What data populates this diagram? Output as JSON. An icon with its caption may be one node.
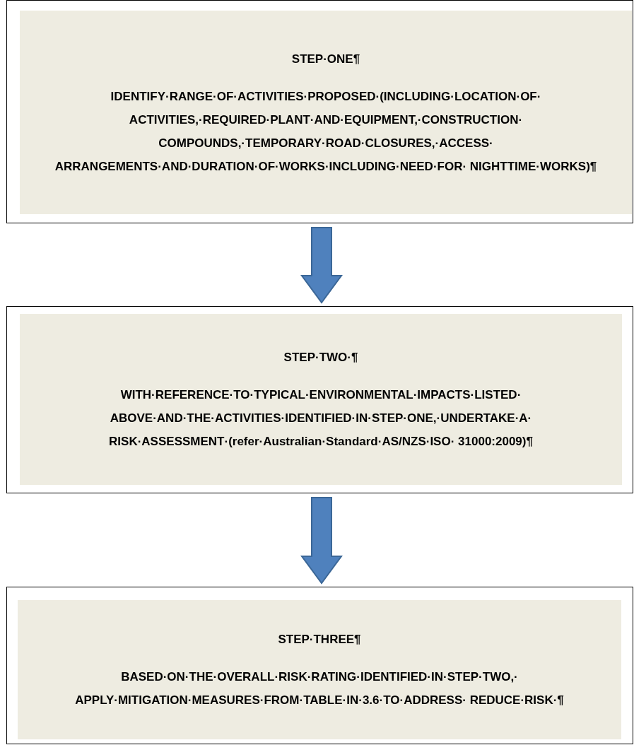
{
  "diagram": {
    "nodes": [
      {
        "text": [
          "STEP·ONE¶",
          "IDENTIFY·RANGE·OF·ACTIVITIES·PROPOSED·(INCLUDING·LOCATION·OF· ACTIVITIES,·REQUIRED·PLANT·AND·EQUIPMENT,·CONSTRUCTION· COMPOUNDS,·TEMPORARY·ROAD·CLOSURES,·ACCESS· ARRANGEMENTS·AND·DURATION·OF·WORKS·INCLUDING·NEED·FOR· NIGHTTIME·WORKS)¶"
        ]
      },
      {
        "text": [
          "STEP·TWO·¶",
          "WITH·REFERENCE·TO·TYPICAL·ENVIRONMENTAL·IMPACTS·LISTED· ABOVE·AND·THE·ACTIVITIES·IDENTIFIED·IN·STEP·ONE,·UNDERTAKE·A· RISK·ASSESSMENT·(refer·Australian·Standard·AS/NZS·ISO· 31000:2009)¶"
        ]
      },
      {
        "text": [
          "STEP·THREE¶",
          "BASED·ON·THE·OVERALL·RISK·RATING·IDENTIFIED·IN·STEP·TWO,· APPLY·MITIGATION·MEASURES·FROM·TABLE·IN·3.6·TO·ADDRESS· REDUCE·RISK·¶"
        ]
      }
    ],
    "edges": [
      {
        "from": 0,
        "to": 1,
        "arrow": "to"
      },
      {
        "from": 1,
        "to": 2,
        "arrow": "to"
      }
    ]
  }
}
